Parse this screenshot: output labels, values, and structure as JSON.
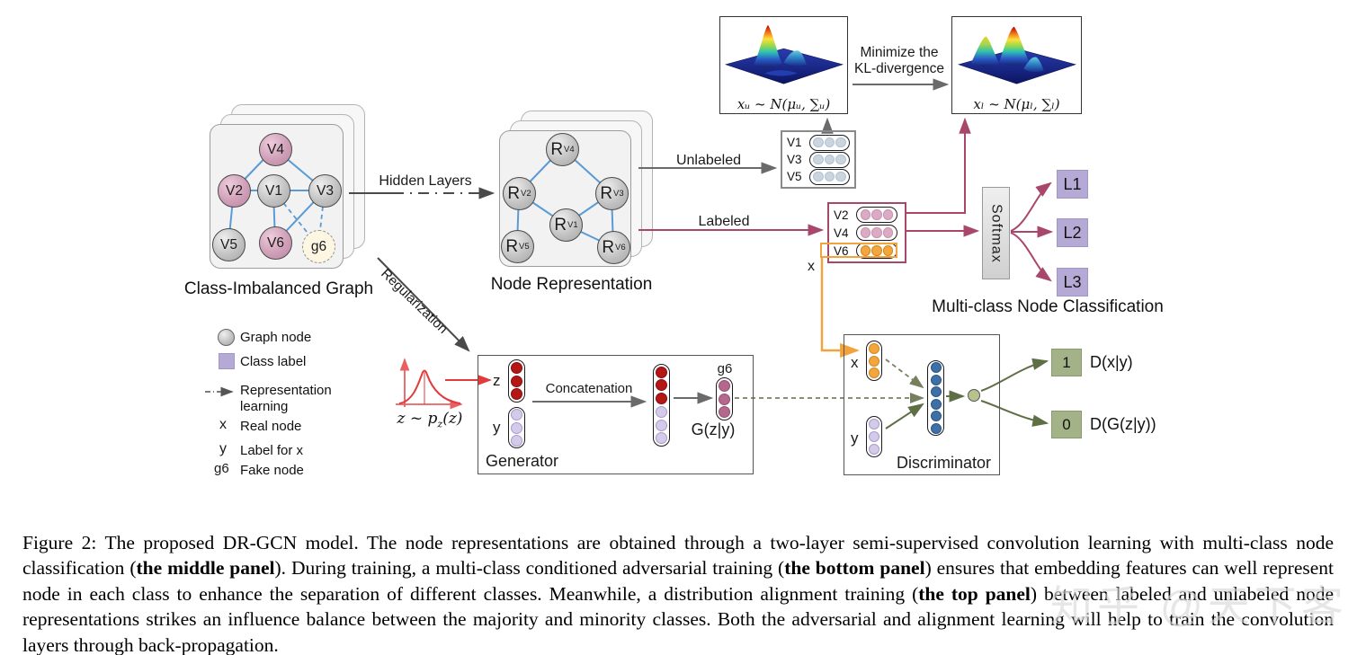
{
  "colors": {
    "edge_blue": "#5b9bd5",
    "minority_pink": "#cf9fb8",
    "node_gray": "#c2c2c2",
    "fake_node_cream": "#fdf6e2",
    "maroon": "#a8476b",
    "orange": "#f2a33c",
    "lavender_class": "#b5aad5",
    "olive": "#5f6f45",
    "green_output": "#a4b387",
    "blue_unit": "#3e70a8",
    "red_unit": "#b51717",
    "plum_unit": "#b4688c",
    "lavender_unit": "#d3cbe9",
    "arrow_gray": "#6a6a6a"
  },
  "graph_panel": {
    "title": "Class-Imbalanced Graph",
    "nodes": [
      {
        "label": "V4"
      },
      {
        "label": "V2"
      },
      {
        "label": "V1"
      },
      {
        "label": "V3"
      },
      {
        "label": "V5"
      },
      {
        "label": "V6"
      },
      {
        "label": "g6"
      }
    ]
  },
  "hidden_layers_label": "Hidden Layers",
  "regularization_label": "Regularization",
  "representation_panel": {
    "title": "Node Representation",
    "nodes": [
      {
        "main": "R",
        "sub": "V4"
      },
      {
        "main": "R",
        "sub": "V2"
      },
      {
        "main": "R",
        "sub": "V3"
      },
      {
        "main": "R",
        "sub": "V1"
      },
      {
        "main": "R",
        "sub": "V5"
      },
      {
        "main": "R",
        "sub": "V6"
      }
    ]
  },
  "top_panel": {
    "unlabeled_plot_label": "xᵤ ~ N(μᵤ, ∑ᵤ)",
    "kl_line1": "Minimize the",
    "kl_line2": "KL-divergence",
    "labeled_plot_label": "xₗ ~ N(μₗ, ∑ₗ)"
  },
  "flows": {
    "unlabeled": "Unlabeled",
    "labeled": "Labeled"
  },
  "unlabeled_box": {
    "rows": [
      "V1",
      "V3",
      "V5"
    ]
  },
  "labeled_box": {
    "rows": [
      "V2",
      "V4",
      "V6"
    ],
    "x_label": "x"
  },
  "classification": {
    "softmax": "Softmax",
    "classes": [
      "L1",
      "L2",
      "L3"
    ],
    "title": "Multi-class Node Classification"
  },
  "legend": {
    "graph_node": "Graph node",
    "class_label": "Class label",
    "representation_line1": "Representation",
    "representation_line2": "learning",
    "x_key": "x",
    "x_desc": "Real node",
    "y_key": "y",
    "y_desc": "Label for x",
    "g6_key": "g6",
    "g6_desc": "Fake node"
  },
  "generator": {
    "title": "Generator",
    "z_label": "z",
    "y_label": "y",
    "noise_formula": {
      "pre": "z ~ p",
      "sub": "z",
      "post": "(z)"
    },
    "concatenation": "Concatenation",
    "g6_label": "g6",
    "output_label": "G(z|y)"
  },
  "discriminator": {
    "title": "Discriminator",
    "x_label": "x",
    "y_label": "y",
    "outputs": [
      {
        "value": "1",
        "formula": "D(x|y)"
      },
      {
        "value": "0",
        "formula": "D(G(z|y))"
      }
    ]
  },
  "caption": {
    "segments": [
      {
        "text": "Figure 2: The proposed DR-GCN model. The node representations are obtained through a two-layer semi-supervised convolution learning with multi-class node classification ("
      },
      {
        "text": "the middle panel",
        "bold": true
      },
      {
        "text": "). During training, a multi-class conditioned adversarial training ("
      },
      {
        "text": "the bottom panel",
        "bold": true
      },
      {
        "text": ") ensures that embedding features can well represent node in each class to enhance the separation of different classes. Meanwhile, a distribution alignment training ("
      },
      {
        "text": "the top panel",
        "bold": true
      },
      {
        "text": ") between labeled and unlabeled node representations strikes an influence balance between the majority and minority classes. Both the adversarial and alignment learning will help to train the convolution layers through back-propagation."
      }
    ]
  },
  "watermark": "知乎 @天下客"
}
